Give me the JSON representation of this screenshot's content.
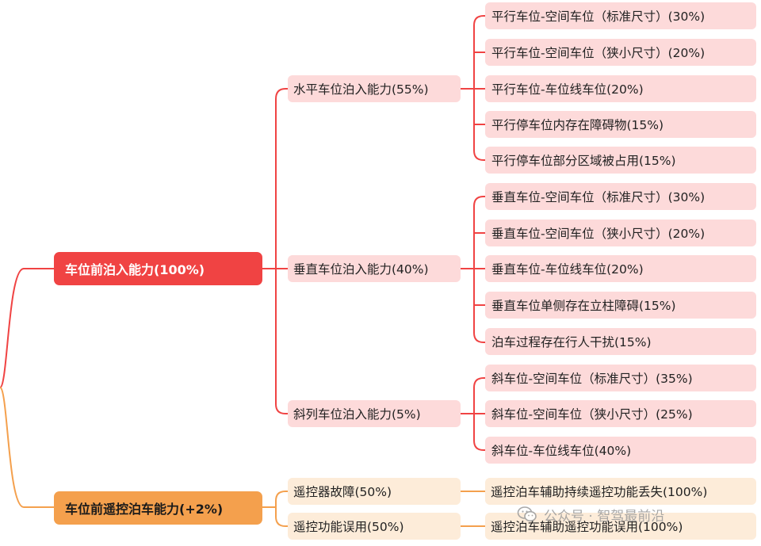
{
  "colors": {
    "red": "#f04343",
    "orange": "#f4a04d",
    "red_light": "#fddada",
    "orange_light": "#fdecd9"
  },
  "root1": {
    "label": "车位前泊入能力(100%)",
    "branches": [
      {
        "label": "水平车位泊入能力(55%)",
        "items": [
          "平行车位-空间车位（标准尺寸）(30%)",
          "平行车位-空间车位（狭小尺寸）(20%)",
          "平行车位-车位线车位(20%)",
          "平行停车位内存在障碍物(15%)",
          "平行停车位部分区域被占用(15%)"
        ]
      },
      {
        "label": "垂直车位泊入能力(40%)",
        "items": [
          "垂直车位-空间车位（标准尺寸）(30%)",
          "垂直车位-空间车位（狭小尺寸）(20%)",
          "垂直车位-车位线车位(20%)",
          "垂直车位单侧存在立柱障碍(15%)",
          "泊车过程存在行人干扰(15%)"
        ]
      },
      {
        "label": "斜列车位泊入能力(5%)",
        "items": [
          "斜车位-空间车位（标准尺寸）(35%)",
          "斜车位-空间车位（狭小尺寸）(25%)",
          "斜车位-车位线车位(40%)"
        ]
      }
    ]
  },
  "root2": {
    "label": "车位前遥控泊车能力(+2%)",
    "branches": [
      {
        "label": "遥控器故障(50%)",
        "items": [
          "遥控泊车辅助持续遥控功能丢失(100%)"
        ]
      },
      {
        "label": "遥控功能误用(50%)",
        "items": [
          "遥控泊车辅助遥控功能误用(100%)"
        ]
      }
    ]
  },
  "watermark": {
    "text": "公众号 · 智驾最前沿",
    "icon": "wechat-icon"
  }
}
